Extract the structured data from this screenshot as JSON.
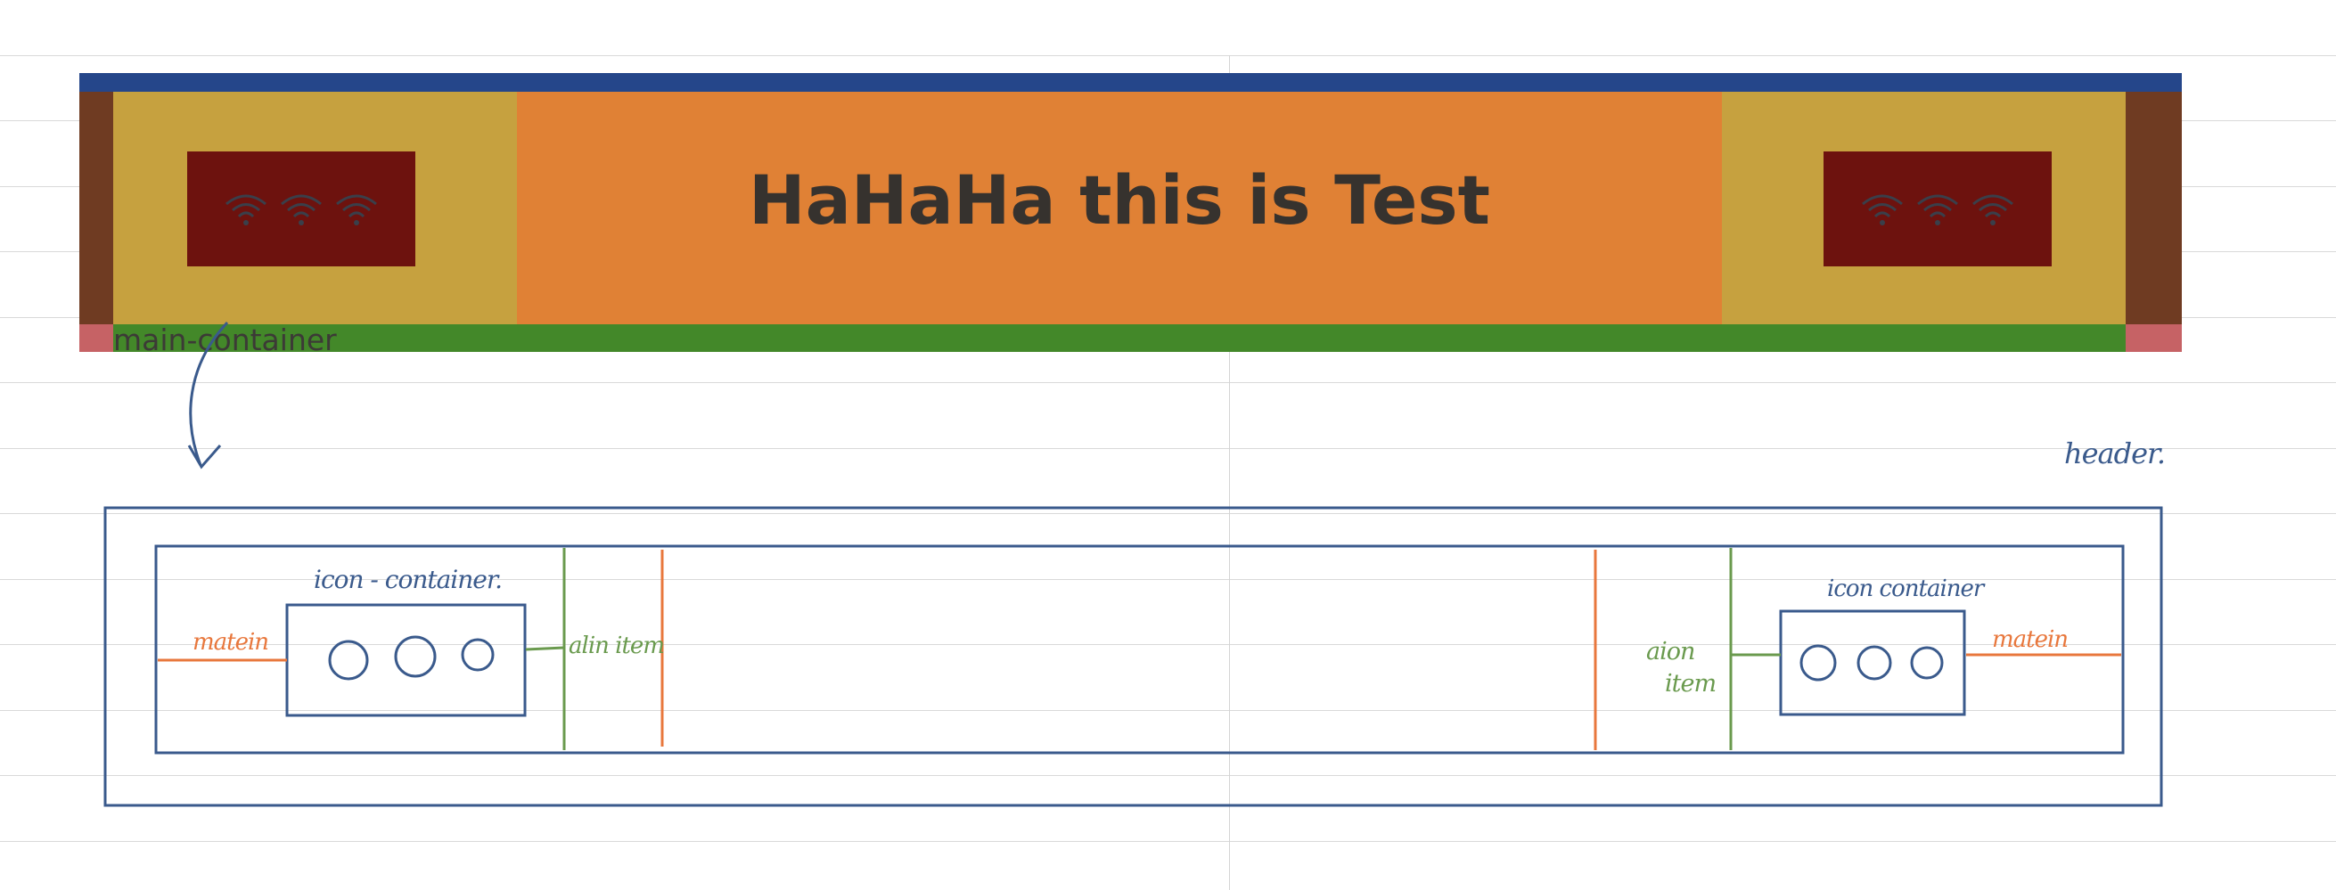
{
  "header_mock": {
    "title": "HaHaHa this is Test",
    "container_label": "main-container",
    "icons": [
      "wifi-icon",
      "wifi-icon",
      "wifi-icon"
    ],
    "colors": {
      "top_bar": "#25468a",
      "edge": "#6f3b22",
      "side_panel": "#c6a13f",
      "center": "#e08135",
      "icon_box": "#6d120e",
      "bottom_bar": "#438829",
      "bottom_corners": "#c66265"
    }
  },
  "sketch": {
    "header_label": "header.",
    "left": {
      "container_label": "icon - container.",
      "margin_label": "matein",
      "align_label": "alin item"
    },
    "right": {
      "container_label": "icon container",
      "margin_label": "matein",
      "align_label_line1": "aion",
      "align_label_line2": "item"
    },
    "ink_colors": {
      "outline": "#3a5a8c",
      "margin": "#e8773c",
      "align": "#6a9a4e"
    }
  }
}
